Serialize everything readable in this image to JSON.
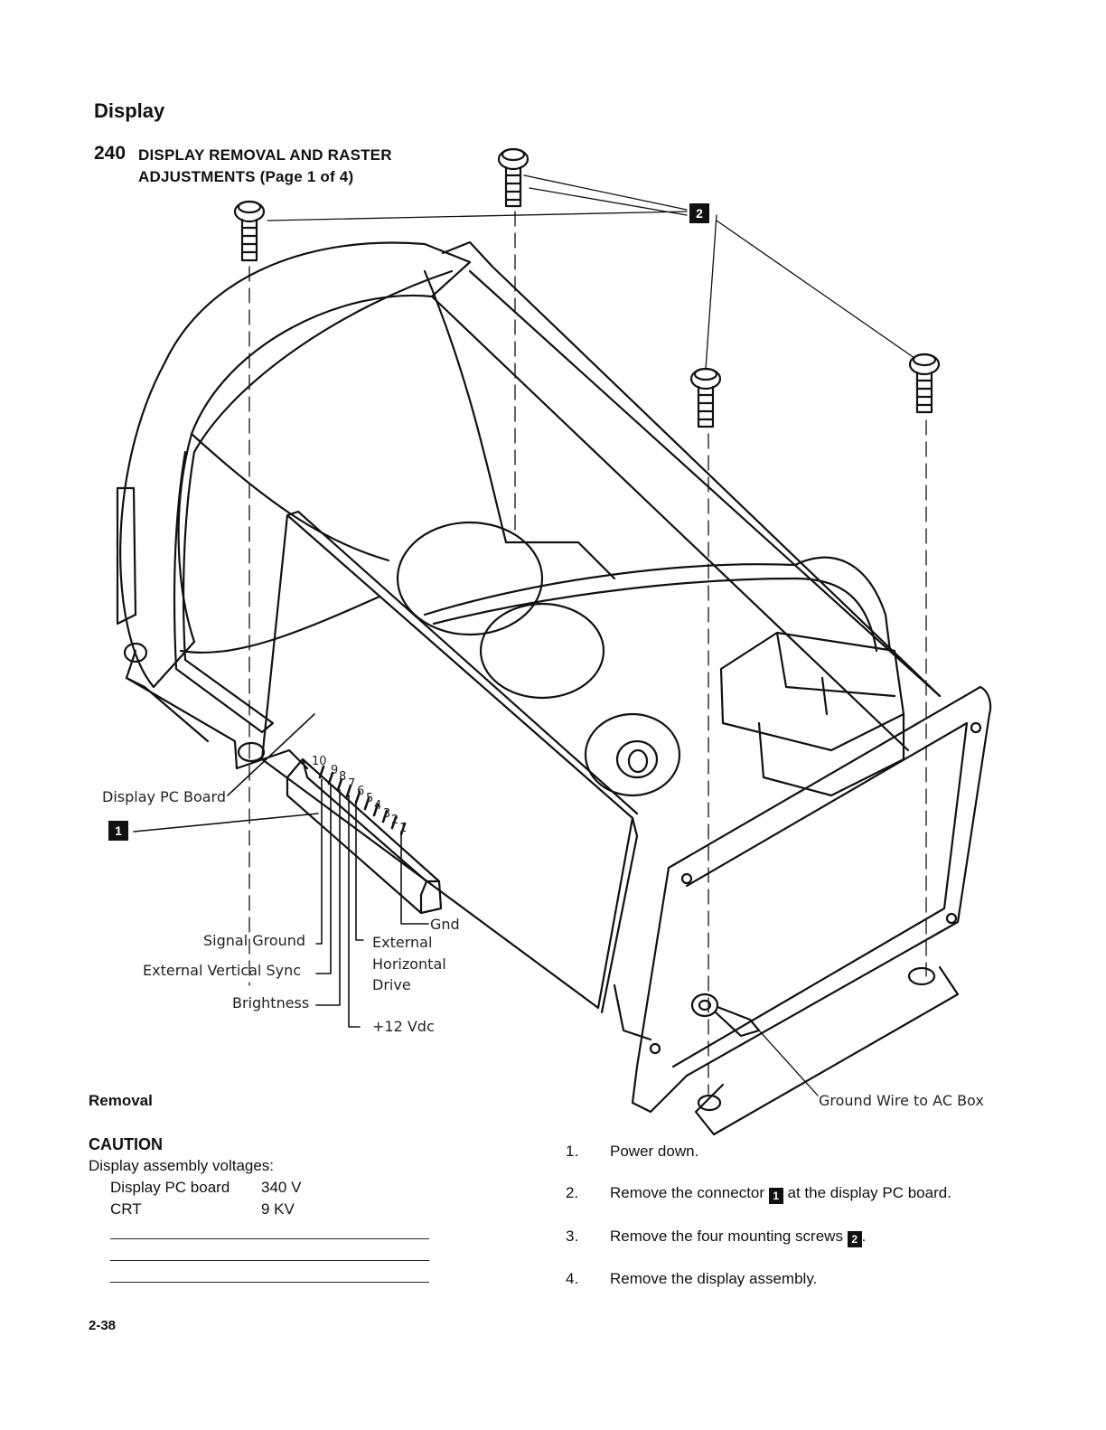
{
  "section_title": "Display",
  "heading": {
    "number": "240",
    "line1": "DISPLAY REMOVAL AND RASTER",
    "line2": "ADJUSTMENTS (Page 1 of 4)"
  },
  "figure": {
    "callout_screws": "2",
    "callout_connector": "1",
    "display_pc_board": "Display PC Board",
    "pin_numbers": [
      "10",
      "9",
      "8",
      "7",
      "6",
      "5",
      "4",
      "3",
      "2",
      "1"
    ],
    "gnd": "Gnd",
    "signal_ground": "Signal Ground",
    "external_vertical_sync": "External Vertical Sync",
    "brightness": "Brightness",
    "external_horizontal_drive": [
      "External",
      "Horizontal",
      "Drive"
    ],
    "plus_12_vdc": "+12 Vdc",
    "ground_wire": "Ground Wire to AC Box"
  },
  "removal": {
    "title": "Removal",
    "caution_title": "CAUTION",
    "caution_text": "Display assembly voltages:",
    "voltages": [
      {
        "part": "Display PC board",
        "value": "340 V"
      },
      {
        "part": "CRT",
        "value": "9 KV"
      }
    ]
  },
  "steps": [
    {
      "num": "1.",
      "before": "Power down.",
      "callout": "",
      "after": ""
    },
    {
      "num": "2.",
      "before": "Remove the connector ",
      "callout": "1",
      "after": " at the display PC board."
    },
    {
      "num": "3.",
      "before": "Remove the four mounting screws ",
      "callout": "2",
      "after": "."
    },
    {
      "num": "4.",
      "before": "Remove the display assembly.",
      "callout": "",
      "after": ""
    }
  ],
  "page_number": "2-38"
}
